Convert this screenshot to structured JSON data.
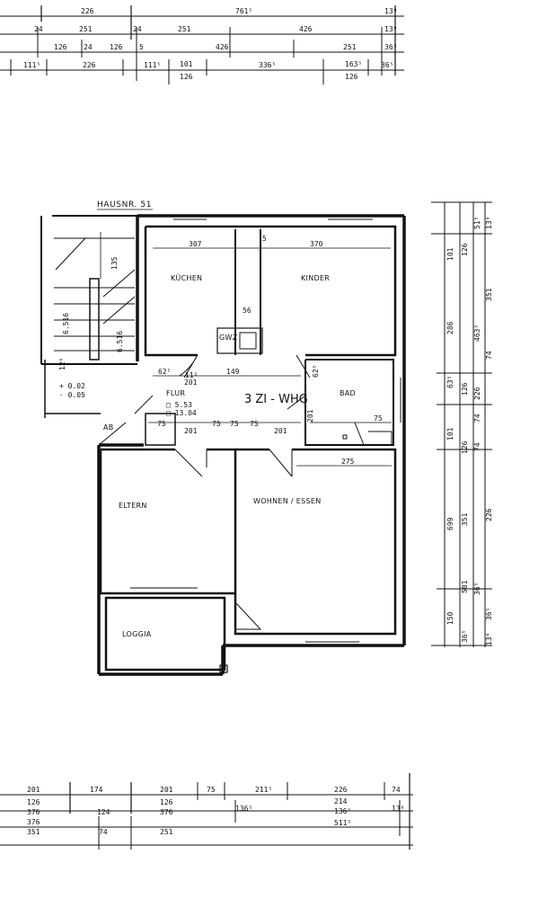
{
  "plan_title": "HAUSNR. 51",
  "apartment_label": "3 ZI - WHG",
  "rooms": {
    "kitchen": "KÜCHEN",
    "children": "KINDER",
    "hall": "FLUR",
    "bath": "BAD",
    "storage": "AB",
    "parents": "ELTERN",
    "living": "WOHNEN / ESSEN",
    "loggia": "LOGGIA",
    "boiler": "GWZ"
  },
  "small_notes": {
    "hall_area_1": "□ 5.53",
    "hall_area_2": "□ 13.04",
    "stair_left": "6.516",
    "stair_right": "6.516",
    "level_1": "+ 0.02",
    "level_2": "- 0.05"
  },
  "top_dims": {
    "row1": [
      "226",
      "761⁵",
      "13⁶"
    ],
    "row2": [
      "24",
      "251",
      "24",
      "251",
      "426",
      "13⁶"
    ],
    "row3": [
      "126",
      "24",
      "126",
      "5",
      "426",
      "251",
      "36⁵"
    ],
    "row4": [
      "111⁵",
      "226",
      "111⁵",
      "101",
      "336⁵",
      "163⁵",
      "36⁵",
      "126",
      "126"
    ]
  },
  "interior_dims": {
    "kitchen_w": "307",
    "children_w": "370",
    "shaft_1": "5",
    "shaft_2": "56",
    "hall_1": "149",
    "hall_2": "201",
    "hall_3": "62⁵",
    "hall_4": "11⁵",
    "corr_1": "75",
    "corr_2": "201",
    "corr_3": "75",
    "corr_4": "75",
    "corr_5": "75",
    "corr_6": "201",
    "bath_w": "75",
    "bath_h": "62⁵",
    "bath_h2": "201",
    "living_w": "275",
    "stair_dim": "135",
    "left_dim": "12⁵"
  },
  "right_dims": {
    "col1": [
      "101",
      "286",
      "63⁵",
      "101",
      "699",
      "150"
    ],
    "col2": [
      "126",
      "126",
      "351",
      "126",
      "501",
      "36⁵"
    ],
    "col3": [
      "51⁵",
      "463⁵",
      "226",
      "74",
      "36⁵",
      "74"
    ],
    "col4": [
      "13⁶",
      "351",
      "74",
      "226",
      "36⁵",
      "13⁶"
    ]
  },
  "bottom_dims": {
    "row1": [
      "201",
      "174",
      "201",
      "75",
      "211⁵",
      "226",
      "74"
    ],
    "row2": [
      "126",
      "126",
      "376",
      "214",
      "136⁵"
    ],
    "row3": [
      "376",
      "124",
      "376",
      "136⁵",
      "13⁶"
    ],
    "row4": [
      "351",
      "74",
      "251",
      "511⁵"
    ]
  }
}
